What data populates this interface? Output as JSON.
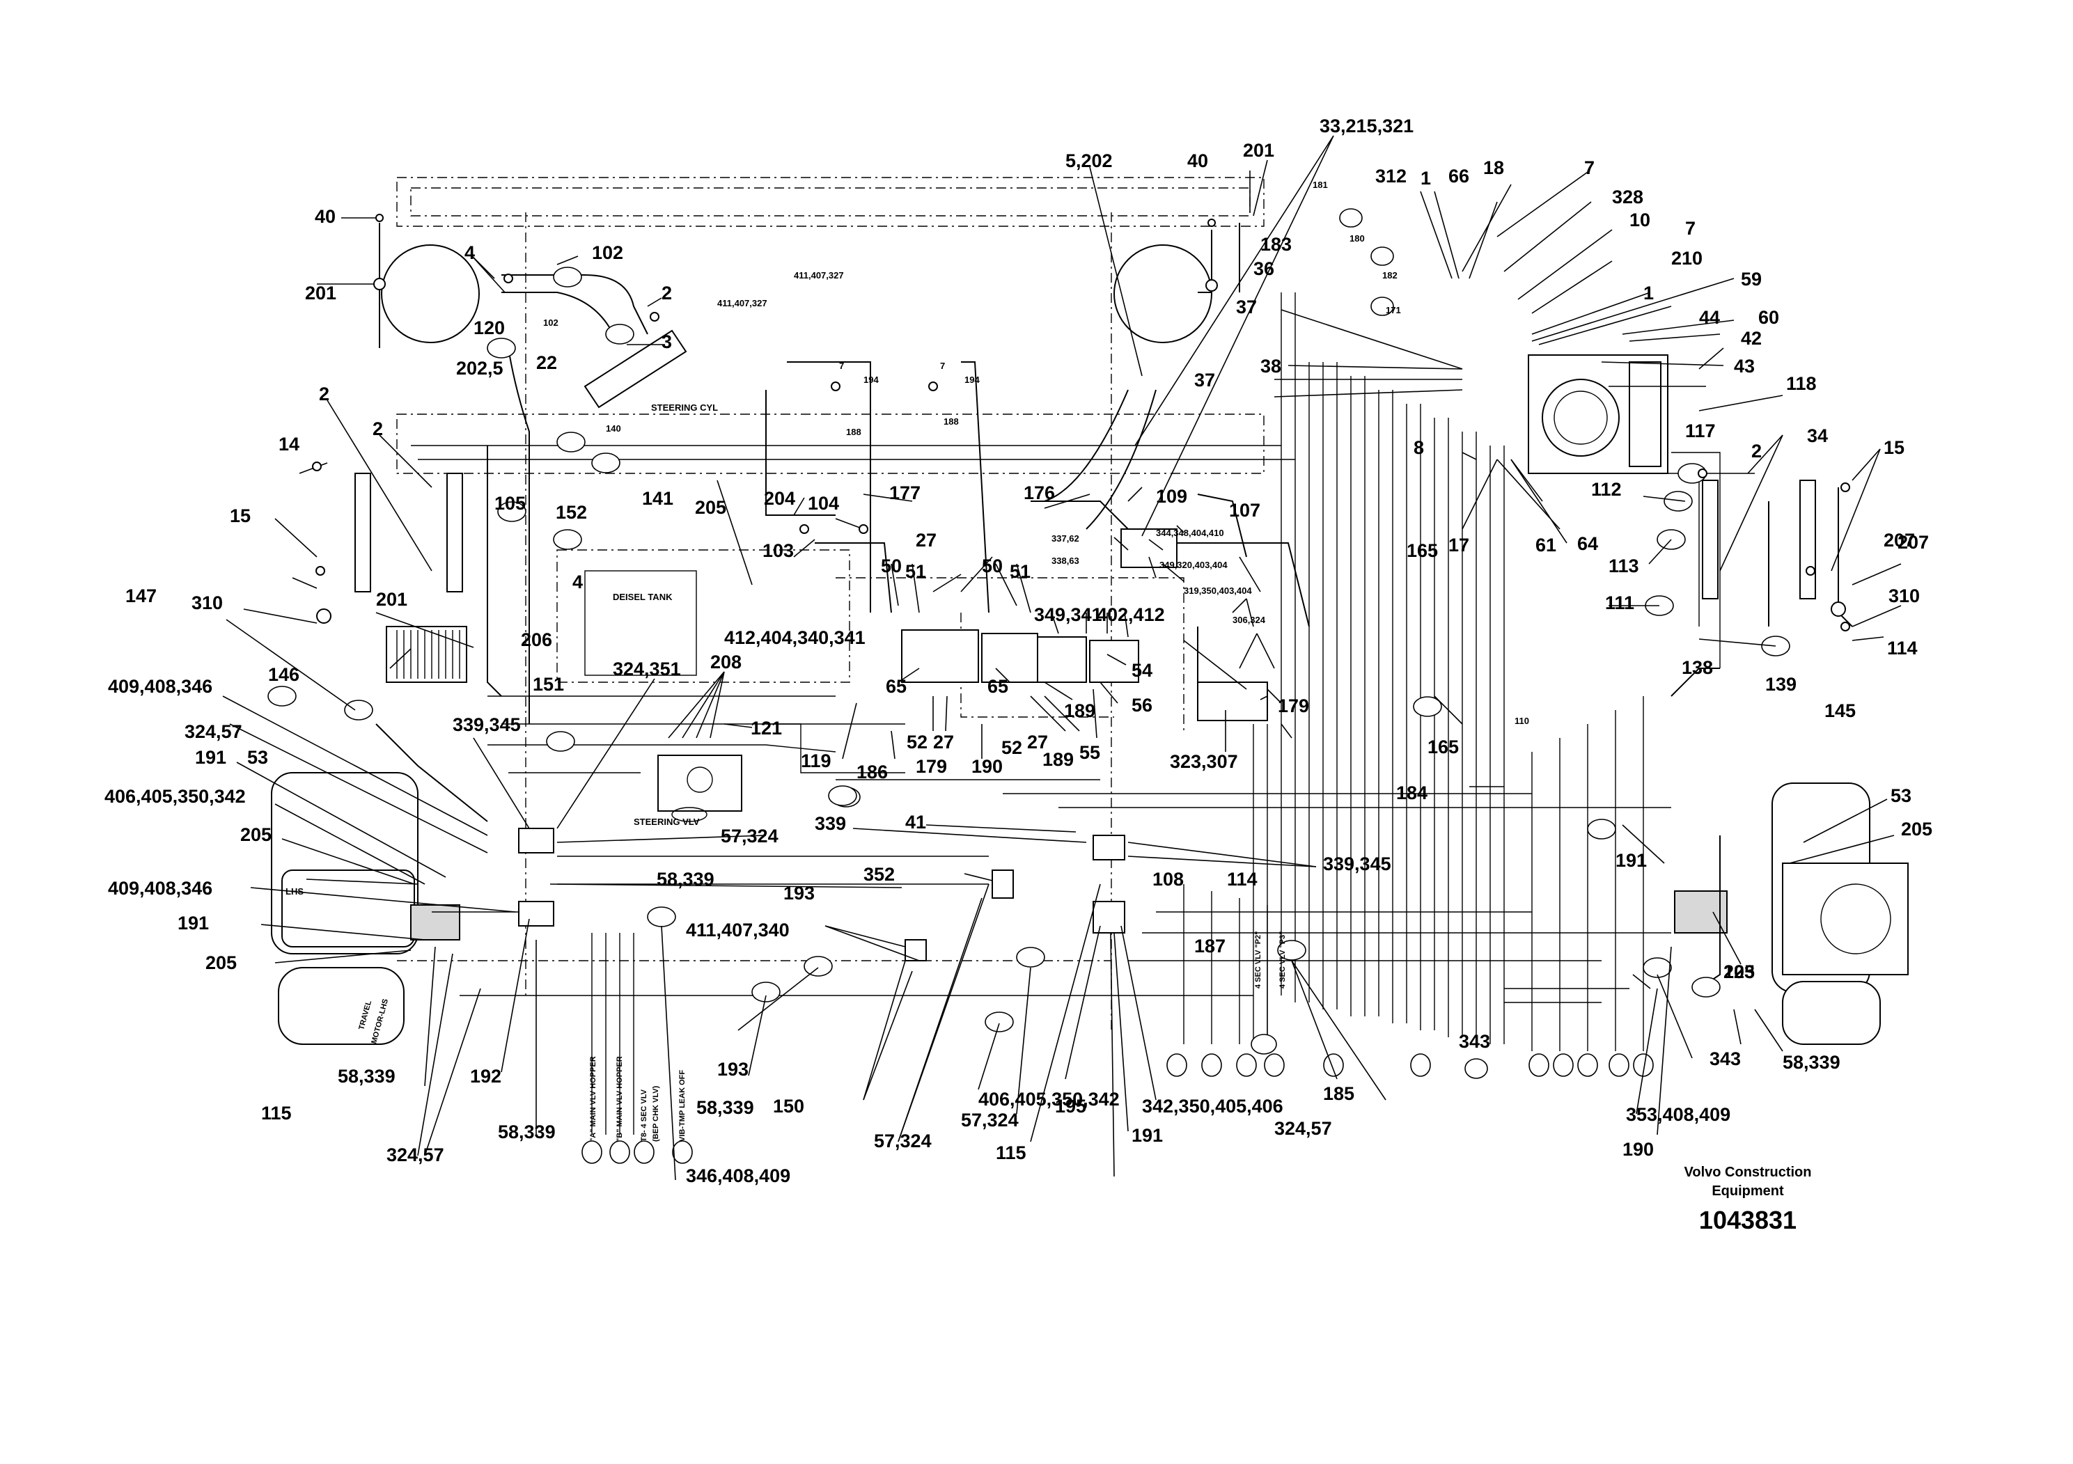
{
  "document": {
    "manufacturer_line1": "Volvo Construction",
    "manufacturer_line2": "Equipment",
    "drawing_number": "1043831"
  },
  "component_labels": {
    "steering_cyl": "STEERING CYL",
    "diesel_tank": "DEISEL TANK",
    "steering_vlv": "STEERING VLV",
    "lhs": "LHS",
    "travel_motor_lhs_1": "TRAVEL",
    "travel_motor_lhs_2": "MOTOR-LHS"
  },
  "hose_tags": {
    "a_main_vlv_hopper": "\"A\" MAIN VLV HOPPER",
    "b_main_vlv_hopper": "\"B\" MAIN VLV HOPPER",
    "t8_4sec_vlv": "T8- 4 SEC VLV",
    "bep_chk_vlv": "(BEP CHK VLV)",
    "vib_tmp_leak_off": "VIB-TMP LEAK OFF",
    "4sec_vlv_p2": "4 SEC VLV \"P2\"",
    "4sec_vlv_p3": "4 SEC VLV \"P3\""
  },
  "callouts": [
    "33,215,321",
    "5,202",
    "40",
    "201",
    "40",
    "201",
    "181",
    "312",
    "1",
    "66",
    "18",
    "7",
    "328",
    "10",
    "7",
    "210",
    "1",
    "59",
    "183",
    "180",
    "182",
    "36",
    "171",
    "44",
    "42",
    "60",
    "43",
    "37",
    "38",
    "37",
    "118",
    "4",
    "102",
    "2",
    "102",
    "3",
    "411,407,327",
    "411,407,327",
    "7",
    "194",
    "7",
    "194",
    "188",
    "188",
    "120",
    "22",
    "202,5",
    "140",
    "2",
    "2",
    "8",
    "141",
    "177",
    "176",
    "17",
    "112",
    "117",
    "2",
    "34",
    "15",
    "14",
    "15",
    "105",
    "152",
    "205",
    "204",
    "104",
    "103",
    "109",
    "107",
    "165",
    "61",
    "64",
    "113",
    "207",
    "344,348,404,410",
    "337,62",
    "338,63",
    "349,320,403,404",
    "319,350,403,404",
    "306,324",
    "27",
    "50",
    "51",
    "50",
    "51",
    "349,341",
    "402,412",
    "4",
    "207",
    "201",
    "147",
    "310",
    "206",
    "412,404,340,341",
    "111",
    "310",
    "65",
    "65",
    "54",
    "56",
    "208",
    "114",
    "138",
    "139",
    "409,408,346",
    "146",
    "151",
    "324,351",
    "121",
    "52",
    "27",
    "52",
    "27",
    "189",
    "189",
    "55",
    "179",
    "323,307",
    "165",
    "110",
    "145",
    "339,345",
    "119",
    "179",
    "190",
    "324,57",
    "191",
    "53",
    "186",
    "406,405,350,342",
    "184",
    "53",
    "205",
    "57,324",
    "339",
    "41",
    "339,345",
    "191",
    "205",
    "352",
    "409,408,346",
    "58,339",
    "193",
    "108",
    "114",
    "191",
    "411,407,340",
    "205",
    "205",
    "123",
    "187",
    "193",
    "58,339",
    "150",
    "343",
    "58,339",
    "192",
    "406,405,350,342",
    "115",
    "185",
    "343",
    "58,339",
    "195",
    "57,324",
    "115",
    "324,57",
    "324,57",
    "58,339",
    "57,324",
    "342,350,405,406",
    "353,408,409",
    "191",
    "190",
    "346,408,409"
  ]
}
